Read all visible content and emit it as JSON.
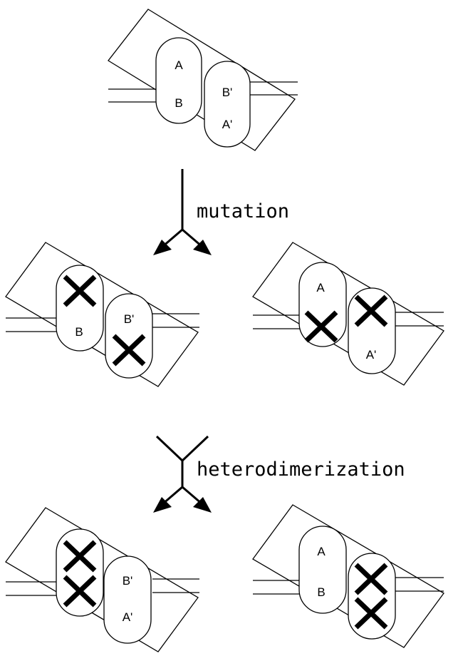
{
  "figure": {
    "states": [
      {
        "id": "original",
        "left_domain": {
          "top_label": "A",
          "bottom_label": "B"
        },
        "right_domain": {
          "top_label": "B'",
          "bottom_label": "A'"
        }
      },
      {
        "id": "mutant-1",
        "left_domain": {
          "top_label": "",
          "bottom_label": "B"
        },
        "right_domain": {
          "top_label": "B'",
          "bottom_label": ""
        }
      },
      {
        "id": "mutant-2",
        "left_domain": {
          "top_label": "A",
          "bottom_label": ""
        },
        "right_domain": {
          "top_label": "",
          "bottom_label": "A'"
        }
      },
      {
        "id": "heterodimer-1",
        "left_domain": {
          "top_label": "",
          "bottom_label": ""
        },
        "right_domain": {
          "top_label": "B'",
          "bottom_label": "A'"
        }
      },
      {
        "id": "heterodimer-2",
        "left_domain": {
          "top_label": "A",
          "bottom_label": "B"
        },
        "right_domain": {
          "top_label": "",
          "bottom_label": ""
        }
      }
    ],
    "steps": {
      "mutation": "mutation",
      "heterodimerization": "heterodimerization"
    }
  }
}
